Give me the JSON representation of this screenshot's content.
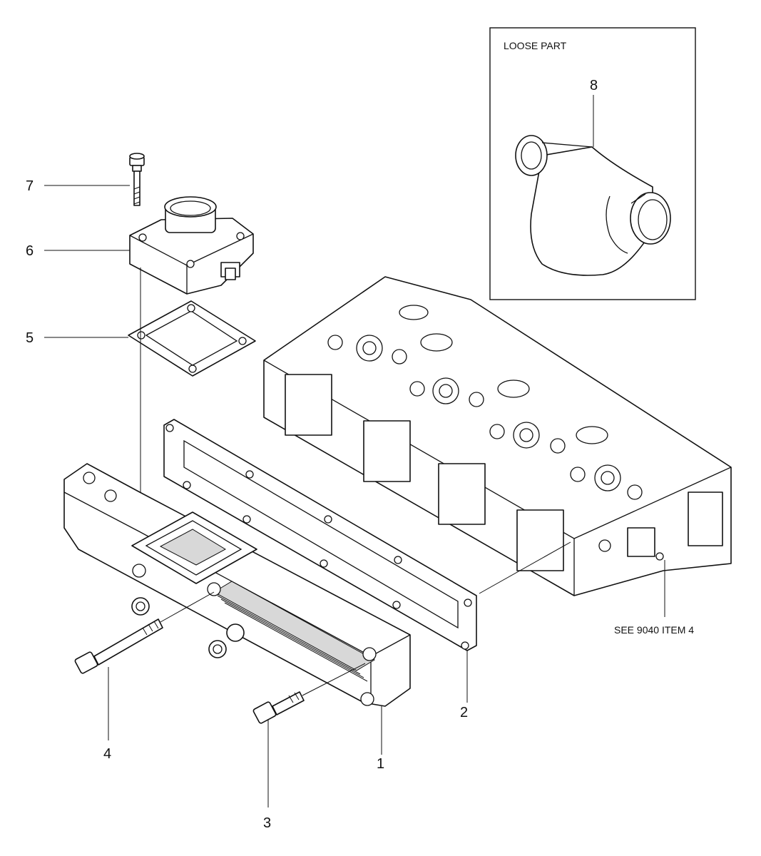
{
  "callouts": {
    "c1": "1",
    "c2": "2",
    "c3": "3",
    "c4": "4",
    "c5": "5",
    "c6": "6",
    "c7": "7",
    "c8": "8"
  },
  "inset": {
    "title": "LOOSE PART"
  },
  "notes": {
    "see_ref": "SEE 9040 ITEM 4"
  }
}
